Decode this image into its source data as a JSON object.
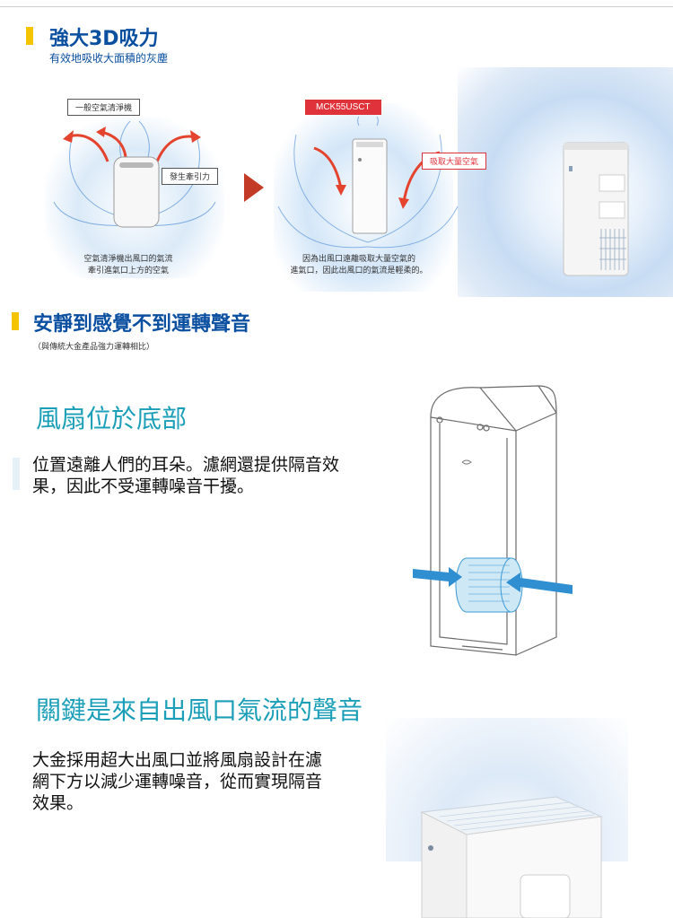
{
  "section1": {
    "title": "強大3D吸力",
    "subtitle": "有效地吸收大面積的灰塵",
    "left_box_label": "一般空氣清淨機",
    "left_force_label": "發生牽引力",
    "left_caption_line1": "空氣清淨機出風口的氣流",
    "left_caption_line2": "牽引進氣口上方的空氣",
    "model_tag": "MCK55USCT",
    "right_intake_label": "吸取大量空氣",
    "mid_caption_line1": "因為出風口遠離吸取大量空氣的",
    "mid_caption_line2": "進氣口，因此出風口的氣流是輕柔的。"
  },
  "section2": {
    "title": "安靜到感覺不到運轉聲音",
    "note": "（與傳統大金產品強力運轉相比）",
    "feature1_heading": "風扇位於底部",
    "feature1_line1": "位置遠離人們的耳朵。濾網還提供隔音效",
    "feature1_line2": "果，因此不受運轉噪音干擾。",
    "feature2_heading": "關鍵是來自出風口氣流的聲音",
    "feature2_line1": "大金採用超大出風口並將風扇設計在濾",
    "feature2_line2": "網下方以減少運轉噪音，從而實現隔音",
    "feature2_line3": "效果。"
  },
  "colors": {
    "heading_blue": "#0a4fa0",
    "feature_teal": "#1b9fb8",
    "marker_yellow": "#f5c400",
    "model_red": "#e0323a"
  }
}
